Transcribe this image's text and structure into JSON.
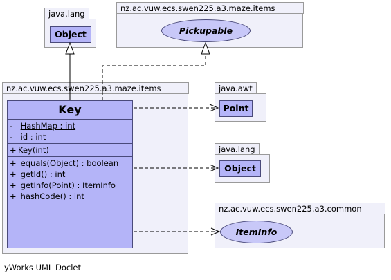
{
  "packages": {
    "java_lang_top": {
      "name": "java.lang",
      "class": "Object"
    },
    "maze_items_top": {
      "name": "nz.ac.vuw.ecs.swen225.a3.maze.items",
      "interface": "Pickupable"
    },
    "maze_items_main": {
      "name": "nz.ac.vuw.ecs.swen225.a3.maze.items"
    },
    "java_awt": {
      "name": "java.awt",
      "class": "Point"
    },
    "java_lang_right": {
      "name": "java.lang",
      "class": "Object"
    },
    "common": {
      "name": "nz.ac.vuw.ecs.swen225.a3.common",
      "class": "ItemInfo"
    }
  },
  "key_class": {
    "name": "Key",
    "fields": [
      {
        "vis": "-",
        "text": "HashMap : int",
        "static": true
      },
      {
        "vis": "-",
        "text": "id : int",
        "static": false
      }
    ],
    "constructors": [
      {
        "vis": "+",
        "text": "Key(int)"
      }
    ],
    "methods": [
      {
        "vis": "+",
        "text": "equals(Object) : boolean"
      },
      {
        "vis": "+",
        "text": "getId() : int"
      },
      {
        "vis": "+",
        "text": "getInfo(Point) : ItemInfo"
      },
      {
        "vis": "+",
        "text": "hashCode() : int"
      }
    ]
  },
  "footer": "yWorks UML Doclet"
}
